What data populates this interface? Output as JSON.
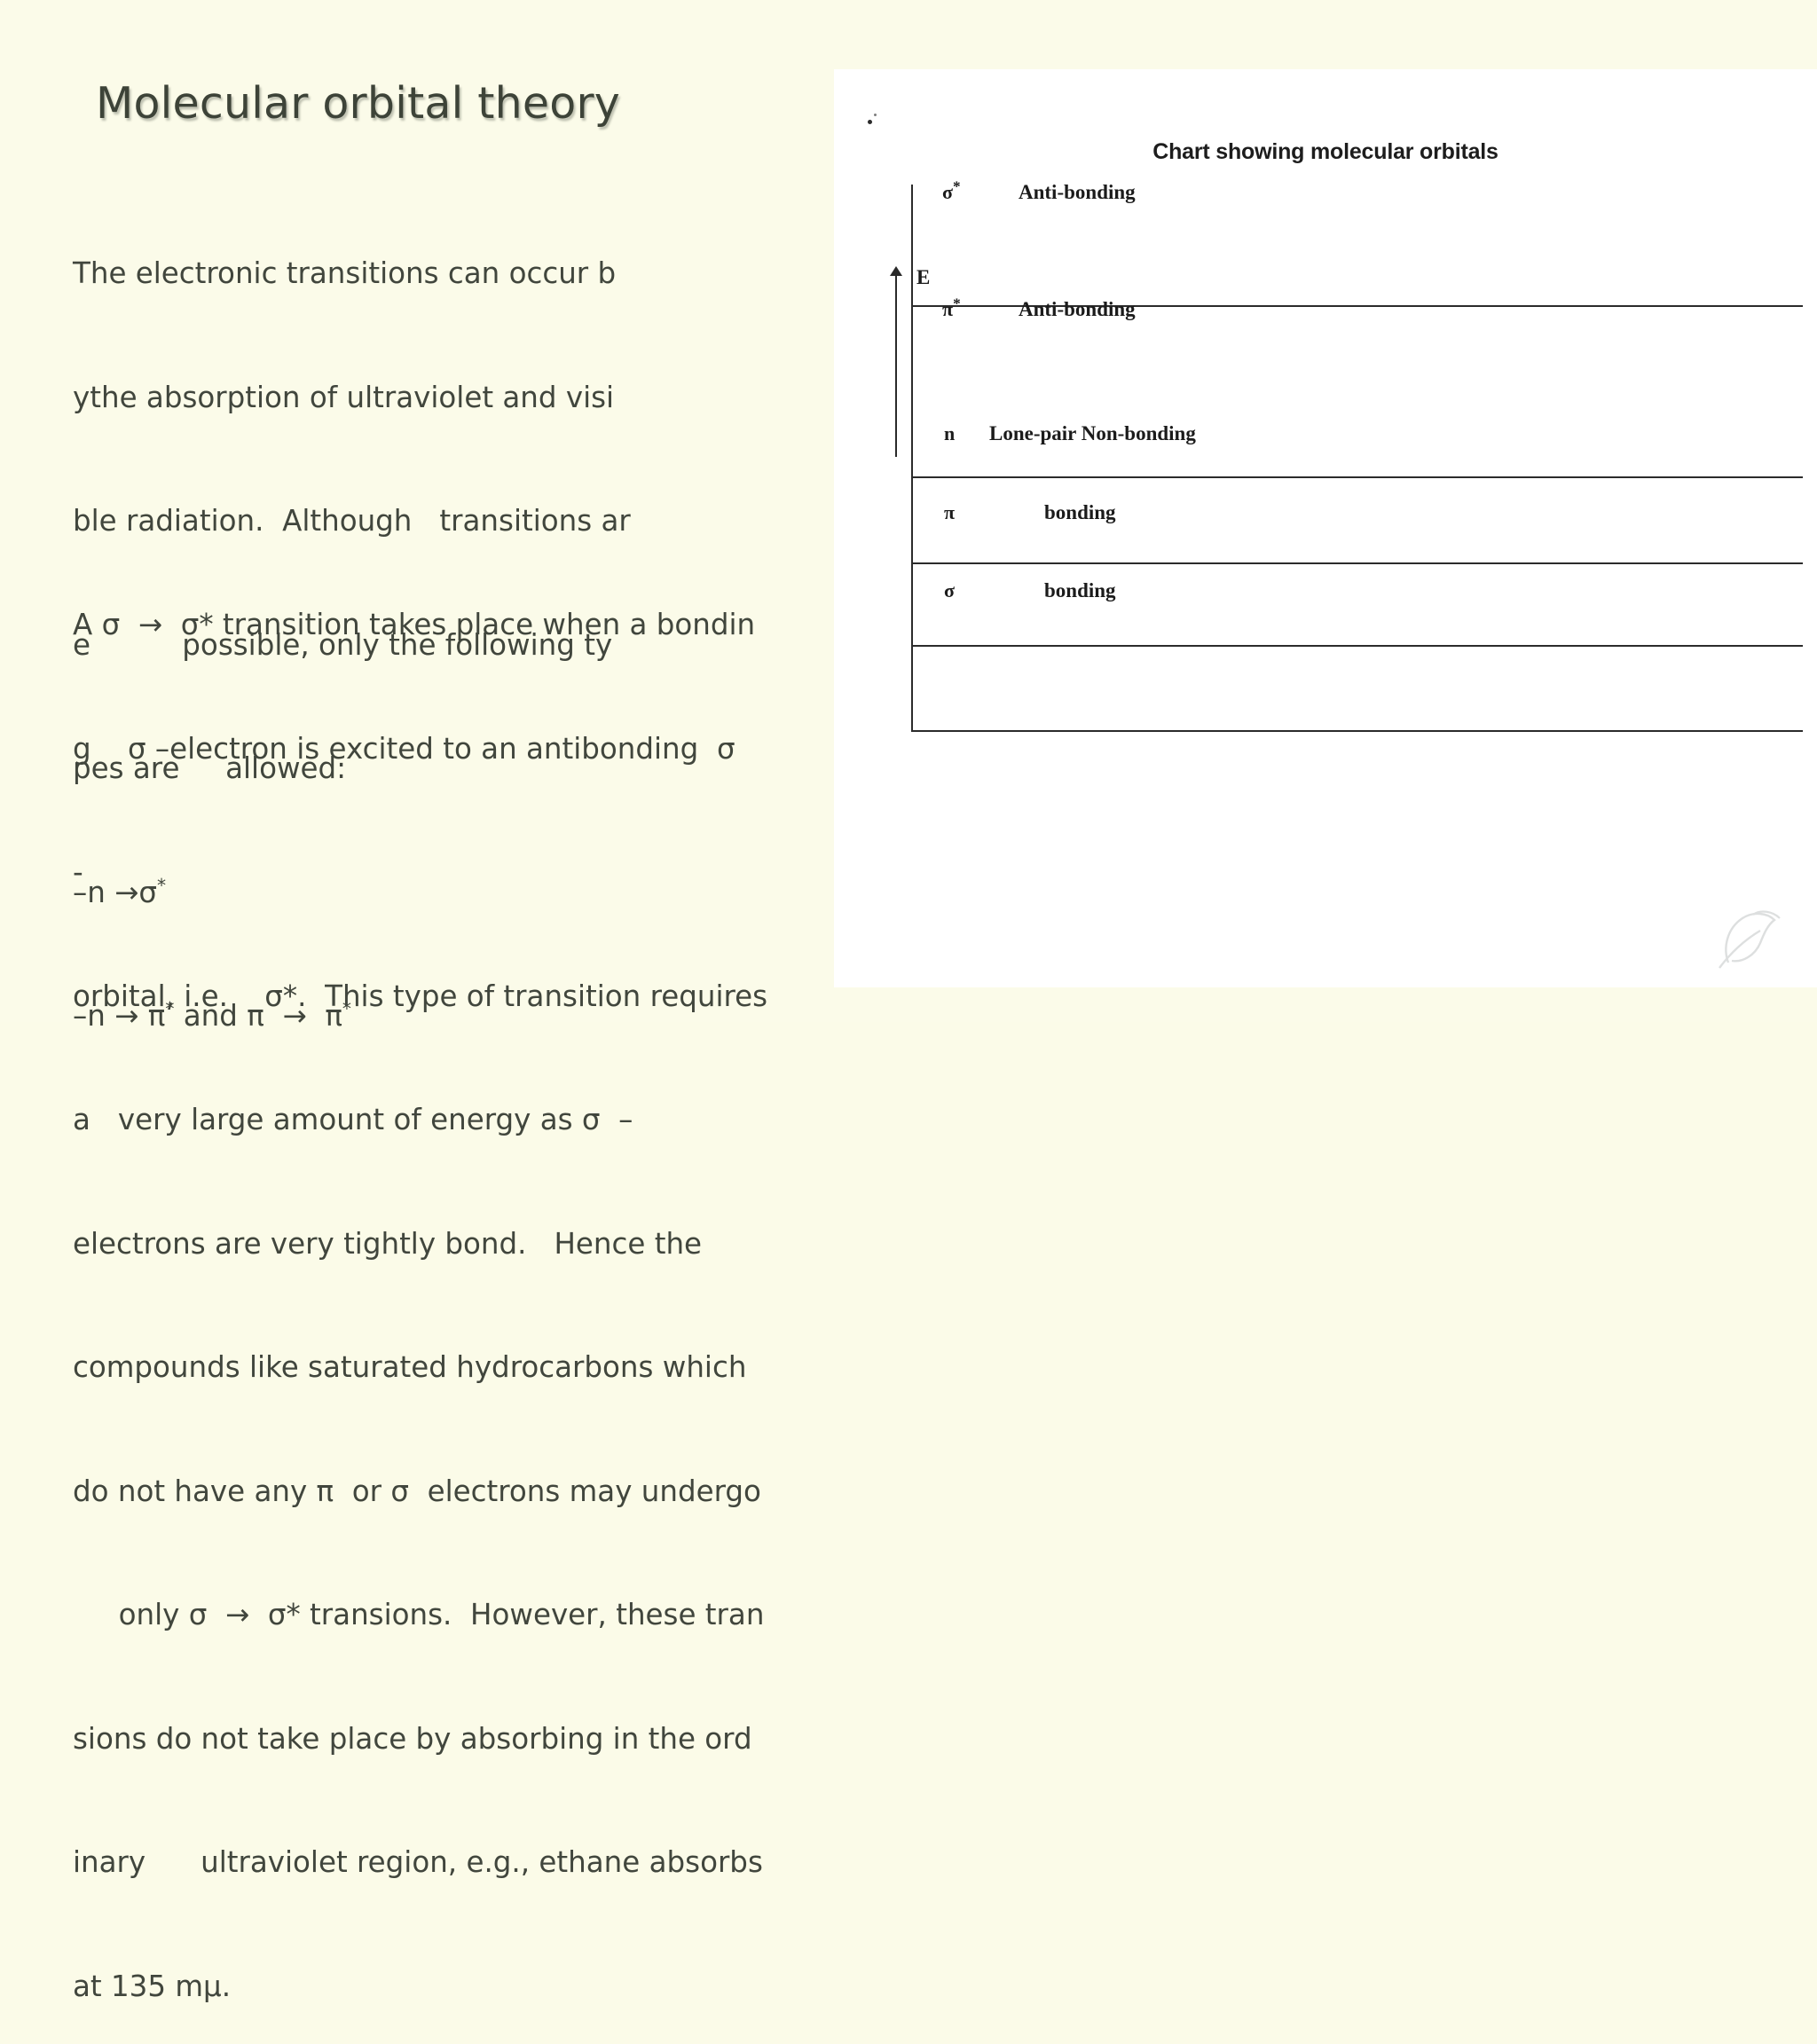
{
  "slide": {
    "title": "Molecular orbital theory",
    "background_color": "#fbfbe9",
    "text_color": "#41463d",
    "panel_color": "#ffffff"
  },
  "paragraph_1": {
    "lines": [
      "The electronic transitions can occur b",
      "ythe absorption of ultraviolet and visi",
      "ble radiation.  Although   transitions ar",
      "e          possible, only the following ty",
      "pes are     allowed:"
    ],
    "transition_list": [
      {
        "prefix": "–n →",
        "symbol": "σ",
        "star": "*",
        "suffix": ""
      },
      {
        "prefix": "–n → ",
        "symbol": "π",
        "star": "*",
        "suffix": " and π  →  π"
      }
    ]
  },
  "paragraph_2": {
    "lines": [
      "A σ  →  σ* transition takes place when a bondin",
      "g    σ –electron is excited to an antibonding  σ",
      "-",
      "orbital, i.e.    σ*.  This type of transition requires",
      "a   very large amount of energy as σ  –",
      "electrons are very tightly bond.   Hence the",
      "compounds like saturated hydrocarbons which",
      "do not have any π  or σ  electrons may undergo",
      "     only σ  →  σ* transions.  However, these tran",
      "sions do not take place by absorbing in the ord",
      "inary      ultraviolet region, e.g., ethane absorbs",
      "at 135 mμ."
    ]
  },
  "chart_data": {
    "type": "table",
    "title": "Chart showing molecular orbitals",
    "axis_label": "E",
    "axis_direction": "up",
    "levels": [
      {
        "symbol": "σ",
        "star": "*",
        "label": "Anti-bonding"
      },
      {
        "symbol": "π",
        "star": "*",
        "label": "Anti-bonding"
      },
      {
        "symbol": "n",
        "star": "",
        "label": "Lone-pair Non-bonding"
      },
      {
        "symbol": "π",
        "star": "",
        "label": "bonding"
      },
      {
        "symbol": "σ",
        "star": "",
        "label": "bonding"
      }
    ]
  },
  "watermark": {
    "name": "leaf-watermark"
  }
}
